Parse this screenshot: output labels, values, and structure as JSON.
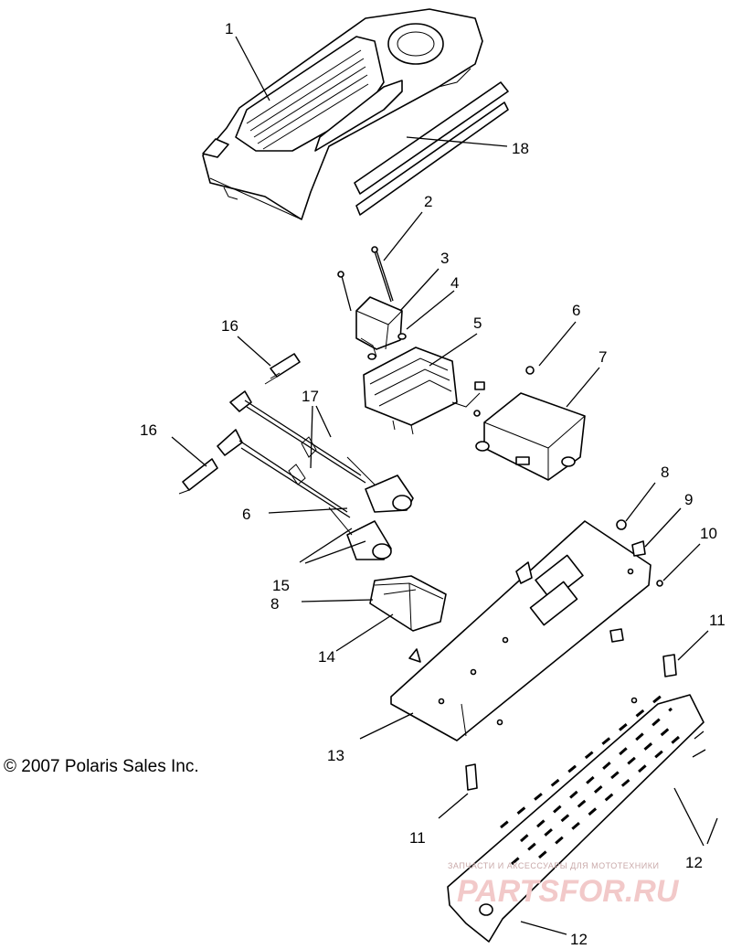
{
  "copyright": "© 2007 Polaris Sales Inc.",
  "watermark": {
    "tagline": "ЗАПЧАСТИ И АКСЕССУАРЫ ДЛЯ МОТОТЕХНИКИ",
    "brand": "PARTSFOR.RU"
  },
  "callouts": {
    "c1": "1",
    "c2": "2",
    "c3": "3",
    "c4": "4",
    "c5": "5",
    "c6a": "6",
    "c6b": "6",
    "c7": "7",
    "c8a": "8",
    "c8b": "8",
    "c9": "9",
    "c10": "10",
    "c11a": "11",
    "c11b": "11",
    "c12a": "12",
    "c12b": "12",
    "c13": "13",
    "c14": "14",
    "c15": "15",
    "c16a": "16",
    "c16b": "16",
    "c17": "17",
    "c18": "18"
  }
}
